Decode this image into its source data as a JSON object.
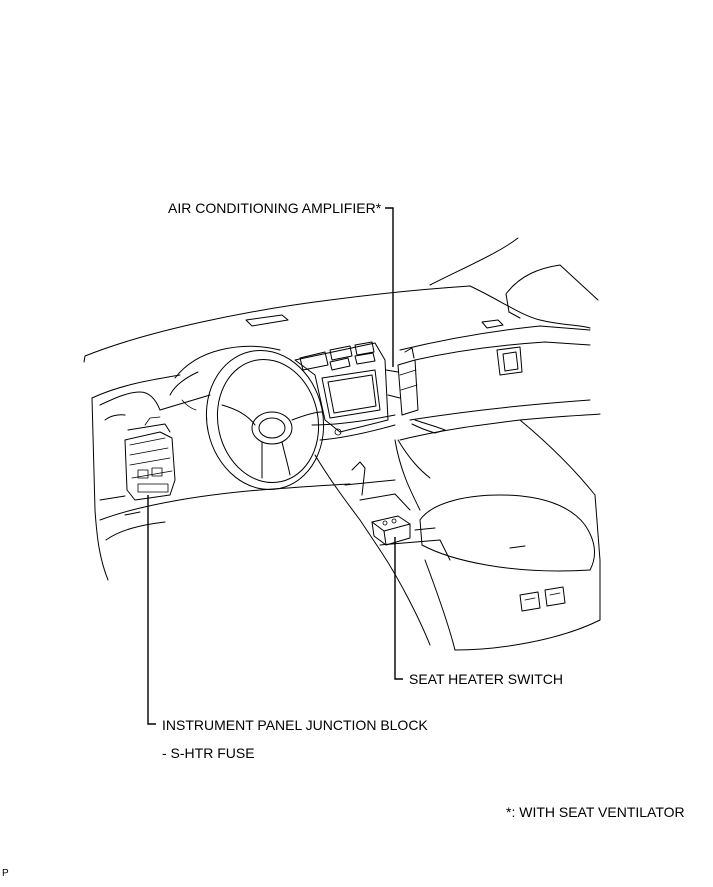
{
  "labels": {
    "ac_amplifier": "AIR CONDITIONING AMPLIFIER*",
    "seat_heater_switch": "SEAT HEATER SWITCH",
    "junction_block": "INSTRUMENT PANEL JUNCTION BLOCK",
    "fuse": "- S-HTR FUSE",
    "footnote": "*: WITH SEAT VENTILATOR",
    "corner_code": "P"
  }
}
